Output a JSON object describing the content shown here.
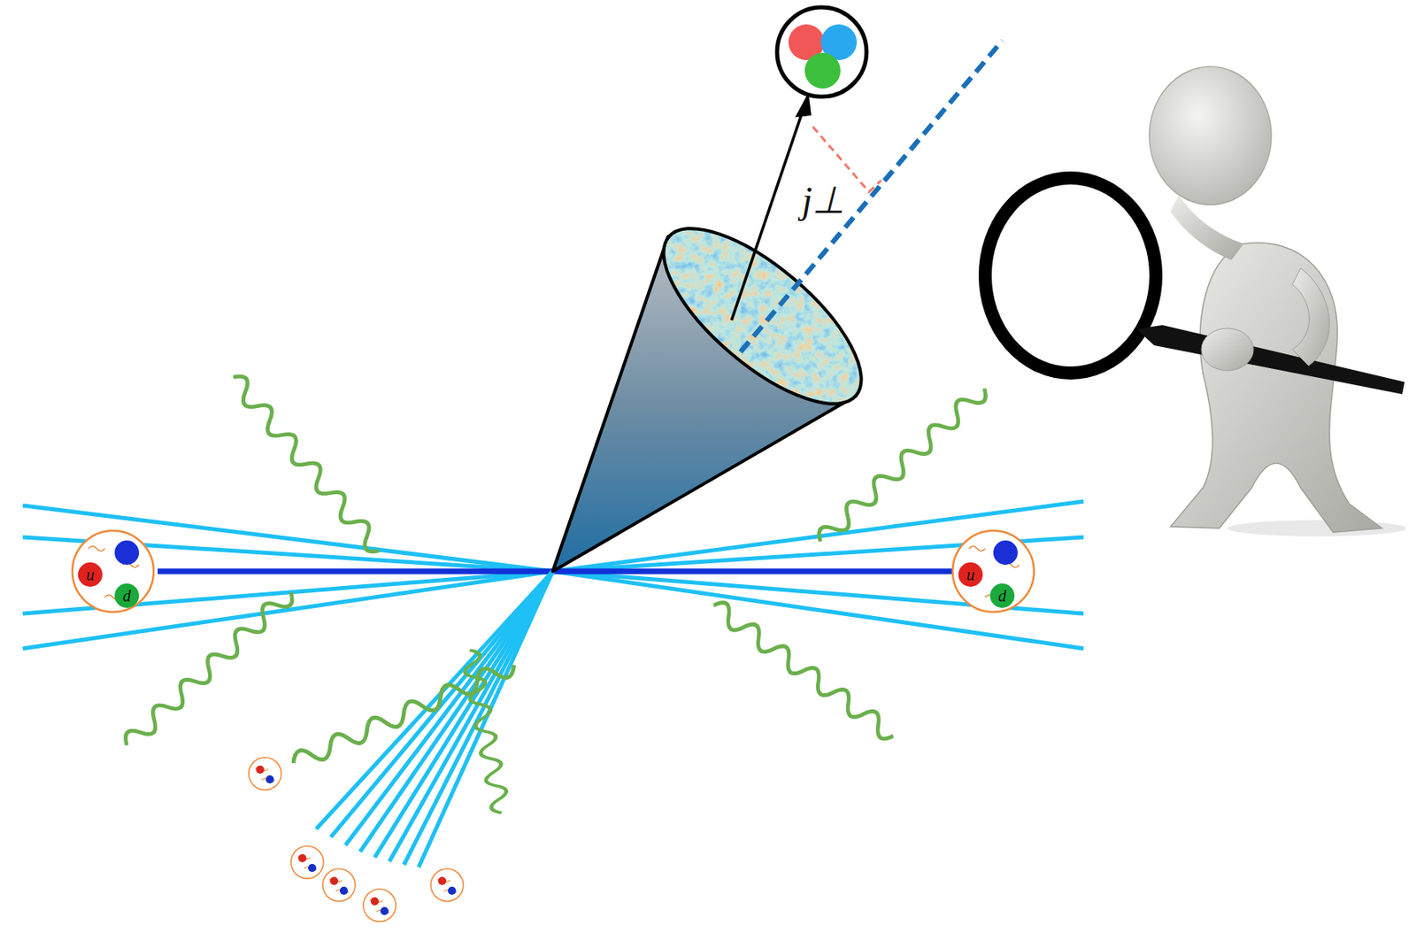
{
  "diagram": {
    "labels": [
      "j⊥",
      "u",
      "d",
      "u",
      "d"
    ]
  }
}
